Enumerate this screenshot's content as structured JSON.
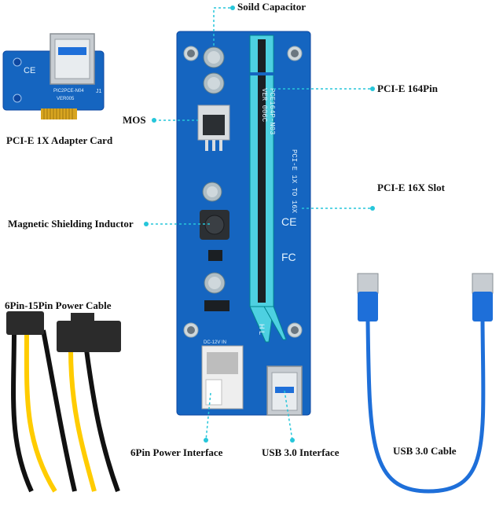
{
  "labels": {
    "solid_capacitor": "Soild Capacitor",
    "pcie_164pin": "PCI-E 164Pin",
    "mos": "MOS",
    "pcie_16x_slot": "PCI-E 16X Slot",
    "magnetic_inductor": "Magnetic Shielding Inductor",
    "adapter_card": "PCI-E 1X Adapter Card",
    "power_cable": "6Pin-15Pin Power Cable",
    "power_interface": "6Pin Power Interface",
    "usb_interface": "USB 3.0 Interface",
    "usb_cable": "USB 3.0 Cable"
  },
  "silkscreen": {
    "adapter_model": "PIC2PCE-N04",
    "adapter_version": "VER005",
    "adapter_ce": "CE",
    "adapter_j1": "J1",
    "board_model": "PCE164P-N03",
    "board_version": "VER 006C",
    "board_subtitle": "PCI-E 1X TO 16X",
    "board_ce": "CE",
    "board_fc": "FC",
    "board_hl": "H L",
    "board_power_label": "DC-12V IN"
  },
  "colors": {
    "pcb_blue": "#1565c0",
    "callout_teal": "#26c6da",
    "usb_blue": "#1e6fd9"
  }
}
